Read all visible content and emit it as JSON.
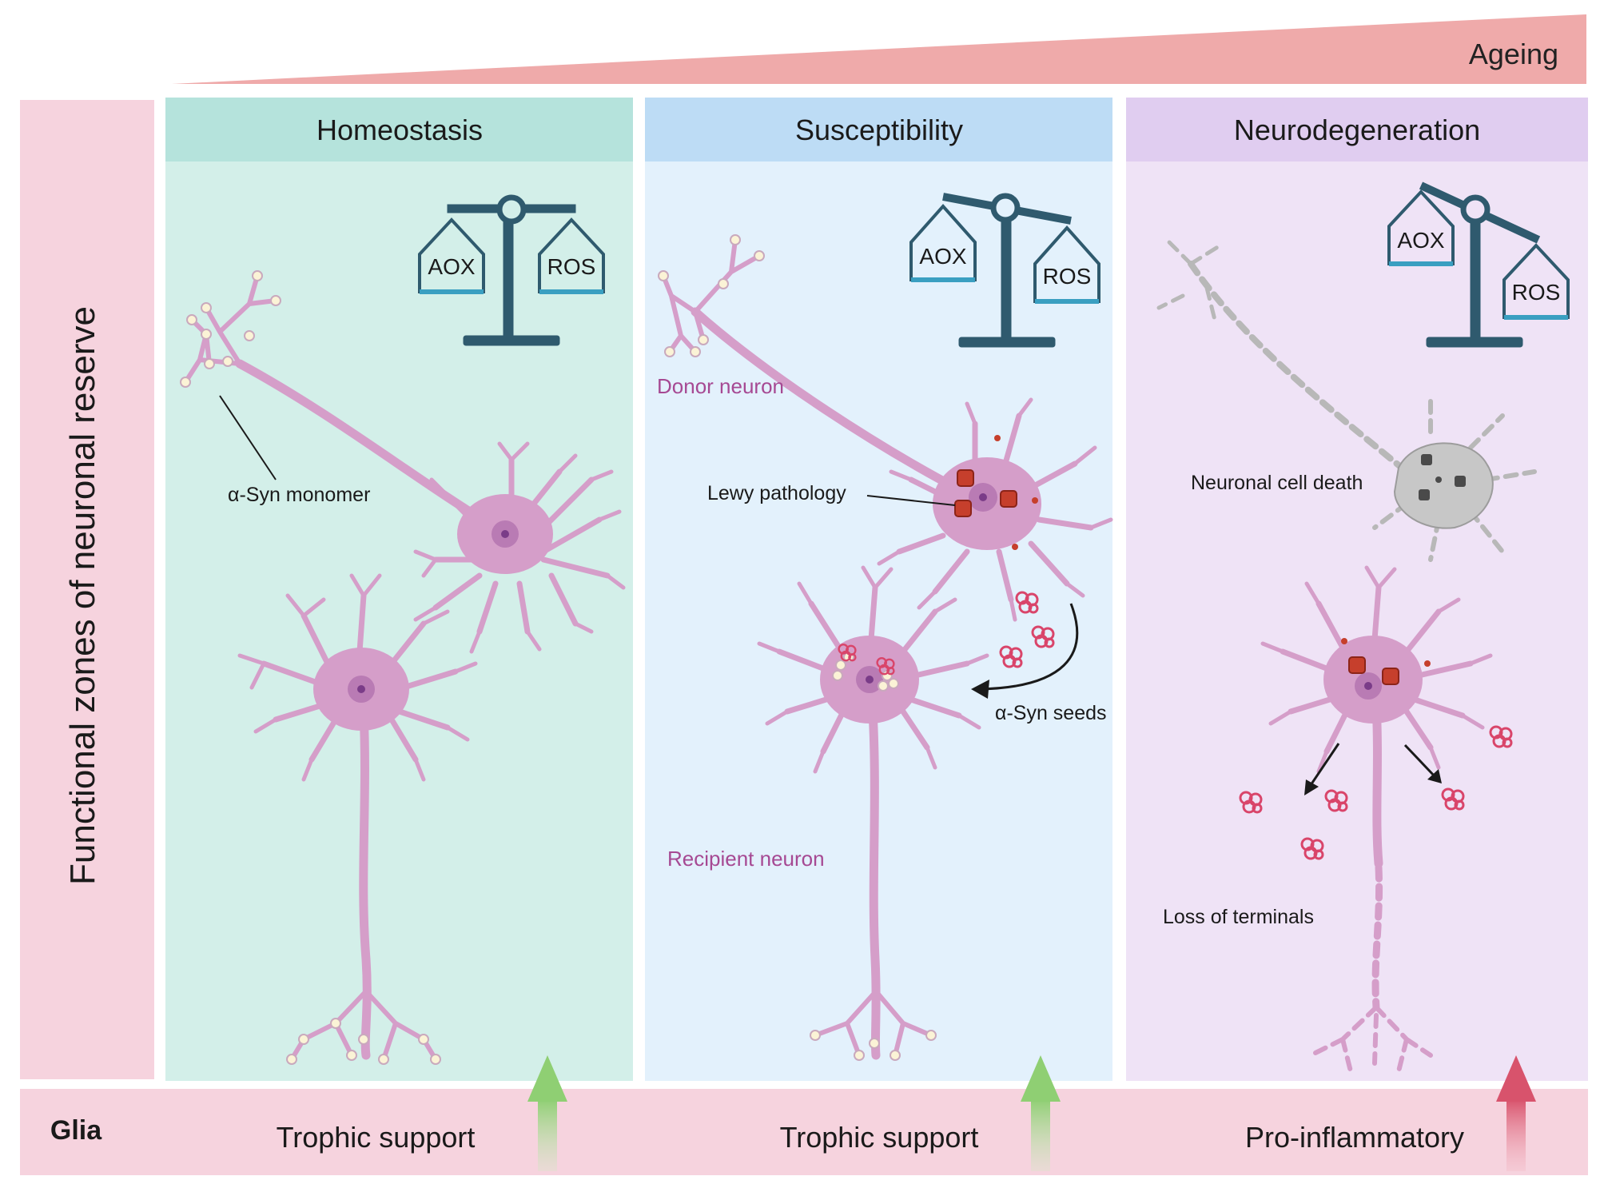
{
  "ageing_label": "Ageing",
  "side_label": "Functional zones of neuronal reserve",
  "glia_label": "Glia",
  "panels": [
    {
      "title": "Homeostasis",
      "scale": {
        "left": "AOX",
        "right": "ROS"
      },
      "annotations": {
        "monomer": "α-Syn monomer"
      },
      "glia": "Trophic support"
    },
    {
      "title": "Susceptibility",
      "scale": {
        "left": "AOX",
        "right": "ROS"
      },
      "annotations": {
        "donor": "Donor neuron",
        "lewy": "Lewy pathology",
        "seeds": "α-Syn seeds",
        "recipient": "Recipient  neuron"
      },
      "glia": "Trophic support"
    },
    {
      "title": "Neurodegeneration",
      "scale": {
        "left": "AOX",
        "right": "ROS"
      },
      "annotations": {
        "death": "Neuronal cell death",
        "terminals": "Loss of terminals"
      },
      "glia": "Pro-inflammatory"
    }
  ],
  "colors": {
    "ageing": "#efaaaa",
    "side_band": "#f6d3de",
    "glia_band": "#f6d3de",
    "homeostasis_bg": "#d3efe9",
    "homeostasis_header": "#b5e3dc",
    "susceptibility_bg": "#e3f1fc",
    "susceptibility_header": "#bddcf5",
    "neurodegeneration_bg": "#efe3f6",
    "neurodegeneration_header": "#e0cdf0",
    "neuron": "#d59ec9",
    "neuron_stroke": "#b87aab",
    "scale": "#2f5a6e",
    "scale_accent": "#3a9fc1",
    "support_arrow": "#8fcf73",
    "inflammatory_arrow": "#d8536c"
  }
}
